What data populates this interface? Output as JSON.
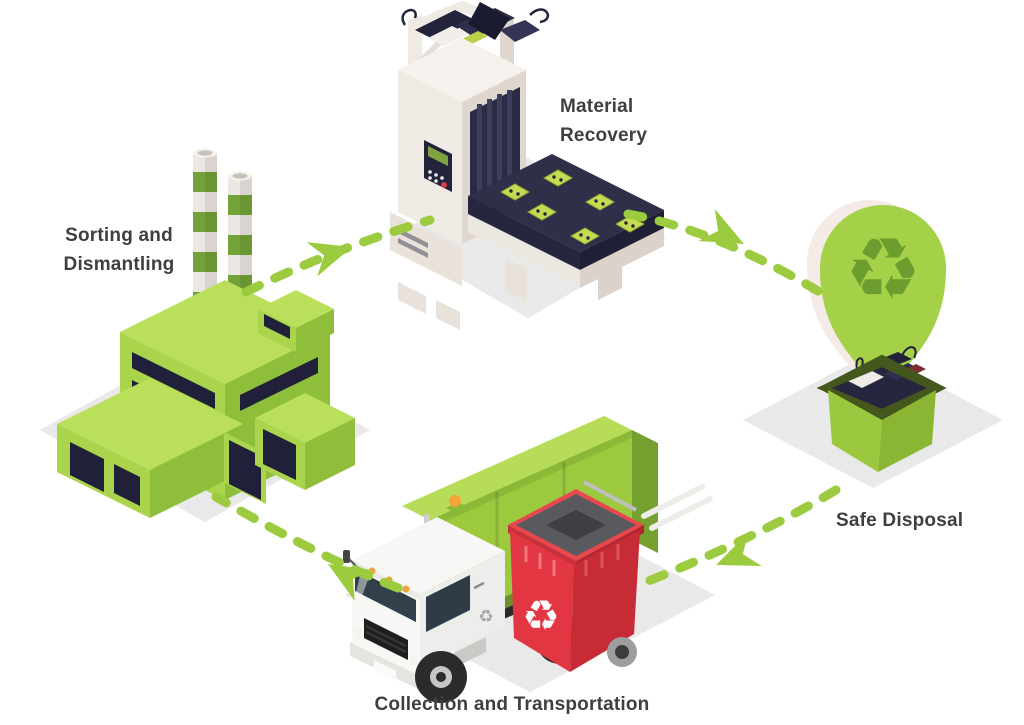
{
  "diagram": {
    "stages": [
      {
        "id": "sorting-and-dismantling",
        "label": "Sorting and\nDismantling",
        "illustration": "green-factory-with-striped-chimneys"
      },
      {
        "id": "material-recovery",
        "label": "Material\nRecovery",
        "illustration": "shredder-machine-with-conveyor-and-circuit-boards"
      },
      {
        "id": "safe-disposal",
        "label": "Safe Disposal",
        "illustration": "recycle-pin-over-green-ewaste-bin"
      },
      {
        "id": "collection-and-transportation",
        "label": "Collection and Transportation",
        "illustration": "garbage-truck-with-red-recycle-bin"
      }
    ],
    "arrows": [
      {
        "from": "sorting-and-dismantling",
        "to": "material-recovery",
        "style": "dashed"
      },
      {
        "from": "material-recovery",
        "to": "safe-disposal",
        "style": "dashed"
      },
      {
        "from": "safe-disposal",
        "to": "collection-and-transportation",
        "style": "dashed"
      },
      {
        "from": "collection-and-transportation",
        "to": "sorting-and-dismantling",
        "style": "dashed"
      }
    ]
  },
  "icons": {
    "recycle": "♻"
  },
  "colors": {
    "arrow_lime": "#9CCB3F",
    "building_lime_top": "#B9DF5B",
    "building_lime_left": "#A9D44B",
    "building_lime_right": "#8FBE3A",
    "window_navy": "#20203A",
    "machine_ivory": "#EFEAE4",
    "conveyor_navy": "#2F2F4A",
    "circuit_board_green": "#C6DB54",
    "chimney_stripe_green": "#73A238",
    "pin_green": "#A4D147",
    "pin_symbol_green": "#6E9D2F",
    "bin_red_left": "#E23642",
    "bin_red_right": "#C62B36",
    "floor_gray": "#E9E9E9",
    "label_text": "#3F3F3F"
  }
}
